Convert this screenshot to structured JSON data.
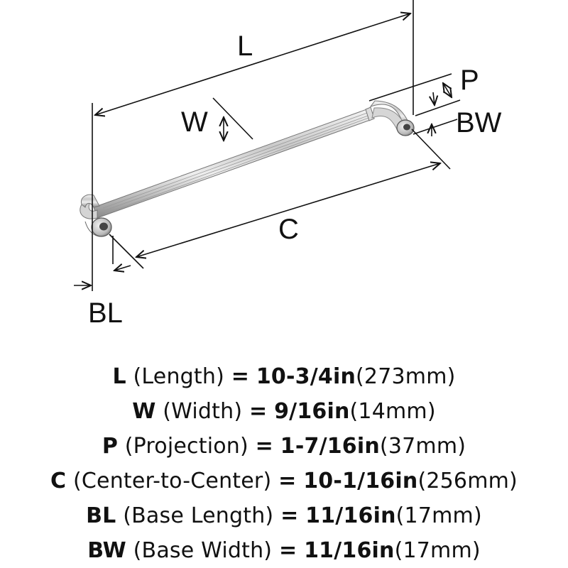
{
  "labels": {
    "L": "L",
    "W": "W",
    "P": "P",
    "BW": "BW",
    "C": "C",
    "BL": "BL"
  },
  "specs": [
    {
      "code": "L",
      "name": "(Length)",
      "eq": "=",
      "imperial": "10-3/4in",
      "metric": "(273mm)"
    },
    {
      "code": "W",
      "name": "(Width)",
      "eq": "=",
      "imperial": "9/16in",
      "metric": "(14mm)"
    },
    {
      "code": "P",
      "name": "(Projection)",
      "eq": "=",
      "imperial": "1-7/16in",
      "metric": "(37mm)"
    },
    {
      "code": "C",
      "name": "(Center-to-Center)",
      "eq": "=",
      "imperial": "10-1/16in",
      "metric": "(256mm)"
    },
    {
      "code": "BL",
      "name": "(Base Length)",
      "eq": "=",
      "imperial": "11/16in",
      "metric": "(17mm)"
    },
    {
      "code": "BW",
      "name": "(Base Width)",
      "eq": "=",
      "imperial": "11/16in",
      "metric": "(17mm)"
    }
  ]
}
